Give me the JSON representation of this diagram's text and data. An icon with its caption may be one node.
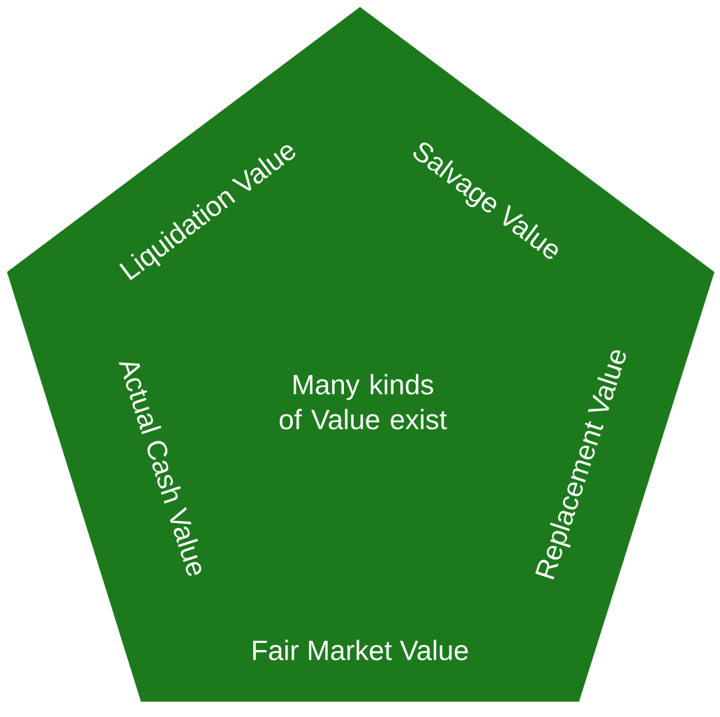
{
  "diagram": {
    "nodes": [
      {
        "text": [
          "Many kinds of Value exist",
          "Liquidation Value",
          "Salvage Value",
          "Replacement Value",
          "Fair Market Value",
          "Actual Cash Value"
        ]
      }
    ]
  }
}
